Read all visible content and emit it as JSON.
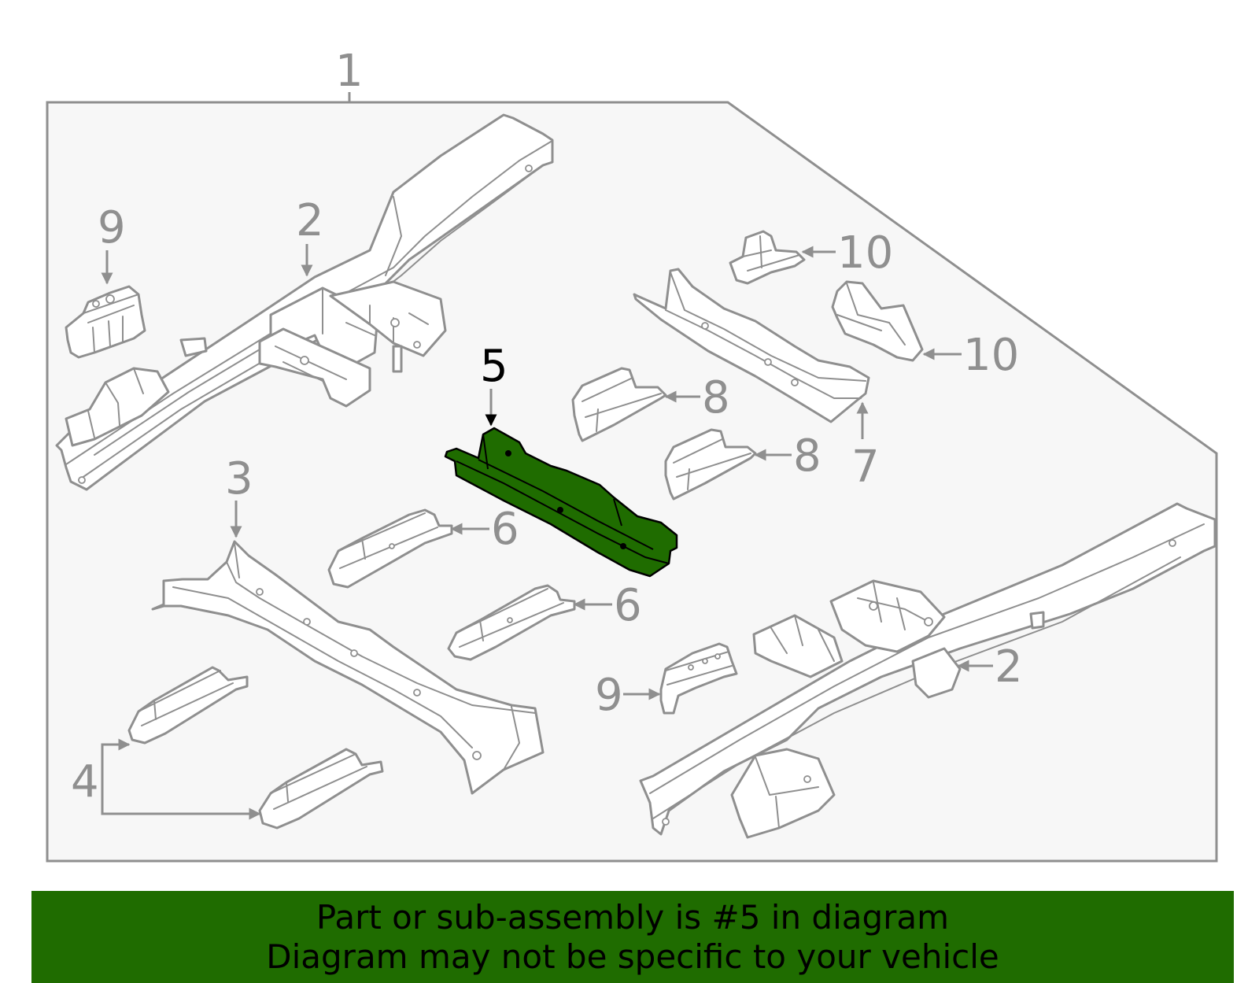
{
  "diagram": {
    "assembly_callout": "1",
    "highlighted_part": "5",
    "callouts": {
      "frame_rail_left": "2",
      "frame_rail_right": "2",
      "crossmember_front": "3",
      "bracket_pair": "4",
      "crossmember_highlight": "5",
      "support_upper": "6",
      "support_lower": "6",
      "crossmember_rear": "7",
      "bracket_upper": "8",
      "bracket_lower": "8",
      "mount_left": "9",
      "mount_right": "9",
      "bracket_top": "10",
      "bracket_bottom": "10"
    },
    "colors": {
      "part_outline": "#8f8f8f",
      "highlight_fill": "#1f6c00",
      "banner_fill": "#1f6c00",
      "background_panel": "#f7f7f7"
    }
  },
  "footer": {
    "line1": "Part or sub-assembly is #5 in diagram",
    "line2": "Diagram may not be specific to your vehicle"
  }
}
